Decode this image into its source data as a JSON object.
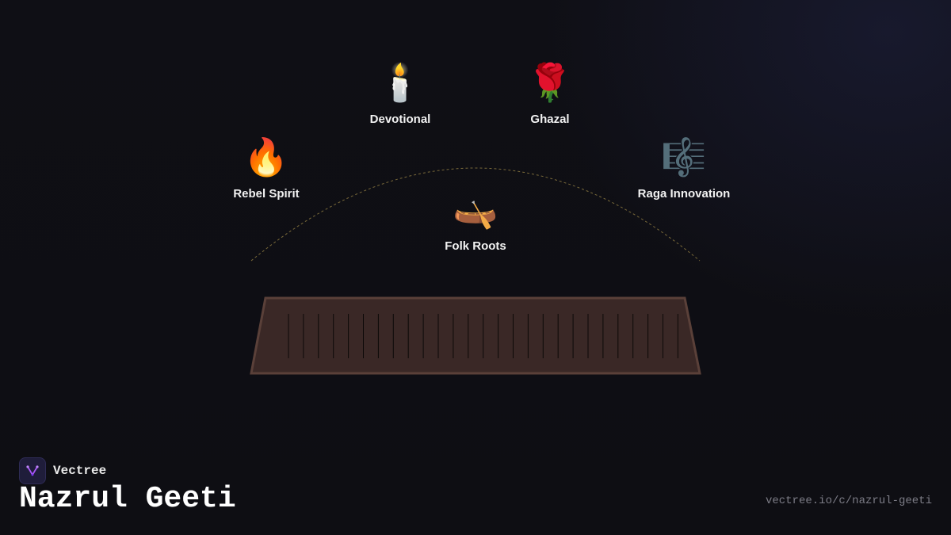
{
  "nodes": {
    "devotional": {
      "label": "Devotional",
      "icon": "candle-icon",
      "glyph": "🕯️"
    },
    "ghazal": {
      "label": "Ghazal",
      "icon": "rose-icon",
      "glyph": "🌹"
    },
    "rebel_spirit": {
      "label": "Rebel Spirit",
      "icon": "fire-icon",
      "glyph": "🔥"
    },
    "raga_innovation": {
      "label": "Raga Innovation",
      "icon": "musical-score-icon",
      "glyph": "🎼"
    },
    "folk_roots": {
      "label": "Folk Roots",
      "icon": "canoe-icon",
      "glyph": "🛶"
    }
  },
  "brand": {
    "name": "Vectree",
    "icon": "vectree-logo-icon"
  },
  "title": "Nazrul Geeti",
  "url": "vectree.io/c/nazrul-geeti",
  "colors": {
    "background": "#0e0e13",
    "arc": "#7a6a3a",
    "harmonium_body": "#3a2826",
    "harmonium_border": "#5a4039",
    "logo_accent": "#a855f7"
  }
}
